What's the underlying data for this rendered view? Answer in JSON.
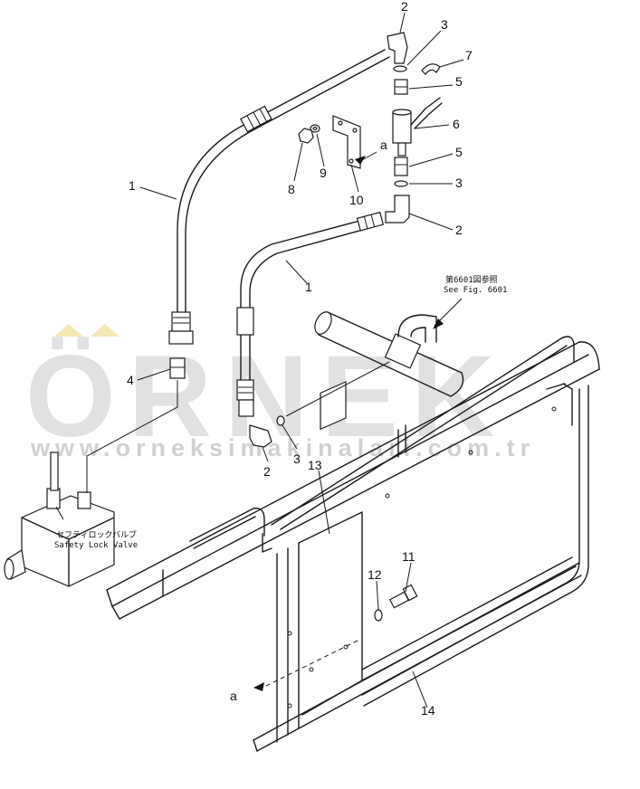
{
  "callouts": {
    "c1a": "1",
    "c1b": "1",
    "c2a": "2",
    "c2b": "2",
    "c2c": "2",
    "c3a": "3",
    "c3b": "3",
    "c3c": "3",
    "c4": "4",
    "c5a": "5",
    "c5b": "5",
    "c6": "6",
    "c7": "7",
    "c8": "8",
    "c9": "9",
    "c10": "10",
    "c11": "11",
    "c12": "12",
    "c13": "13",
    "c14": "14",
    "ca1": "a",
    "ca2": "a"
  },
  "notes": {
    "see_fig_jp": "第6601図参照",
    "see_fig_en": "See Fig. 6601",
    "valve_jp": "セフティロックバルブ",
    "valve_en": "Safety Lock Valve"
  },
  "watermark": {
    "letters": "ÖRNEK",
    "url": "www.orneksimakinalari.com.tr"
  },
  "colors": {
    "line": "#1a1a1a",
    "watermark": "#c9c9c9",
    "watermark_accent": "#f3e2a3"
  }
}
